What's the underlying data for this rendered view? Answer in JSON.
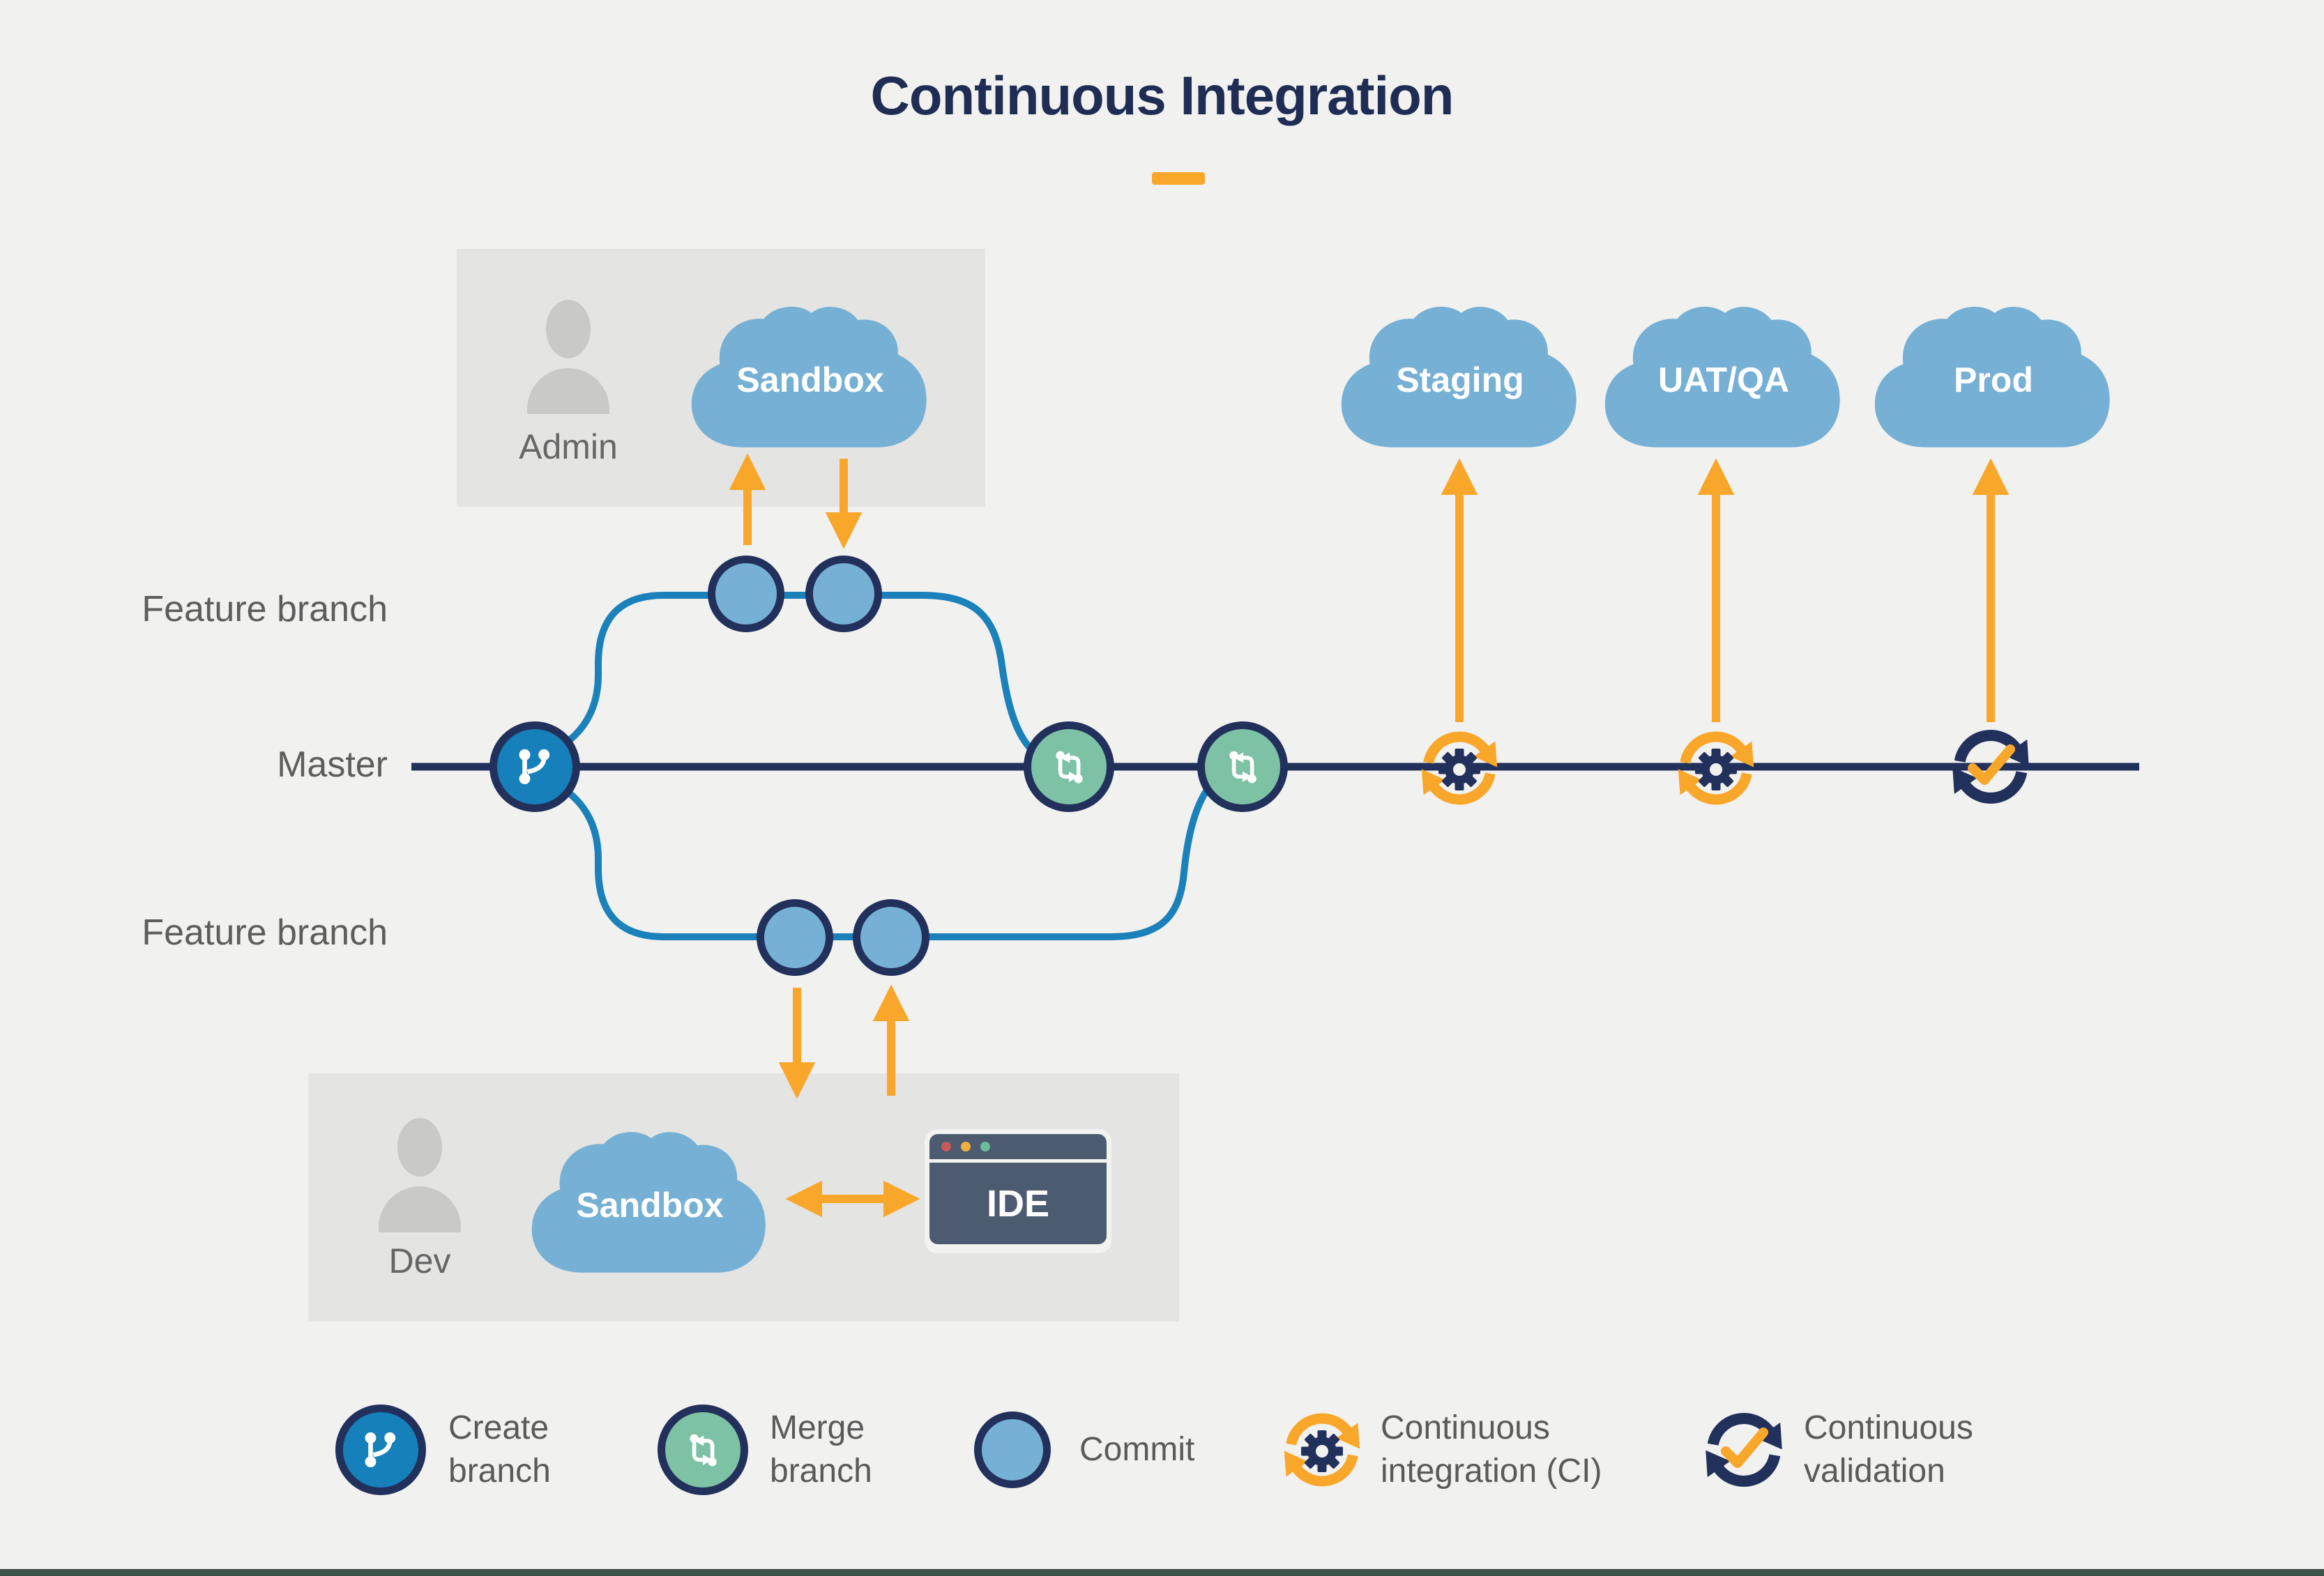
{
  "title": {
    "text": "Continuous Integration"
  },
  "lanes": {
    "feature_top": "Feature branch",
    "master": "Master",
    "feature_bottom": "Feature branch"
  },
  "admin": {
    "label": "Admin",
    "cloud_label": "Sandbox"
  },
  "dev": {
    "label": "Dev",
    "cloud_label": "Sandbox",
    "ide_label": "IDE"
  },
  "environments": [
    {
      "label": "Staging"
    },
    {
      "label": "UAT/QA"
    },
    {
      "label": "Prod"
    }
  ],
  "legend": [
    {
      "icon": "git-branch-icon",
      "line1": "Create",
      "line2": "branch"
    },
    {
      "icon": "git-merge-icon",
      "line1": "Merge",
      "line2": "branch"
    },
    {
      "icon": "commit-icon",
      "line1": "Commit",
      "line2": ""
    },
    {
      "icon": "ci-cycle-gear-icon",
      "line1": "Continuous",
      "line2": "integration (CI)"
    },
    {
      "icon": "validation-cycle-check-icon",
      "line1": "Continuous",
      "line2": "validation"
    }
  ],
  "colors": {
    "background": "#f1f1ef",
    "panel": "#e4e4e2",
    "navy": "#22305c",
    "title_navy": "#1f2d55",
    "branch_blue": "#1b81bb",
    "node_blue": "#1580b9",
    "light_blue": "#76b0d5",
    "green": "#7dc2a5",
    "orange": "#f9a72b",
    "gray_text": "#5d5d5d",
    "person_gray": "#c9c9c8",
    "ide_slate": "#4d5b70",
    "ide_dot_red": "#c35b5b",
    "ide_dot_yellow": "#f0b03f",
    "ide_dot_green": "#6bbd9e",
    "footer_bar": "#3e5245"
  }
}
